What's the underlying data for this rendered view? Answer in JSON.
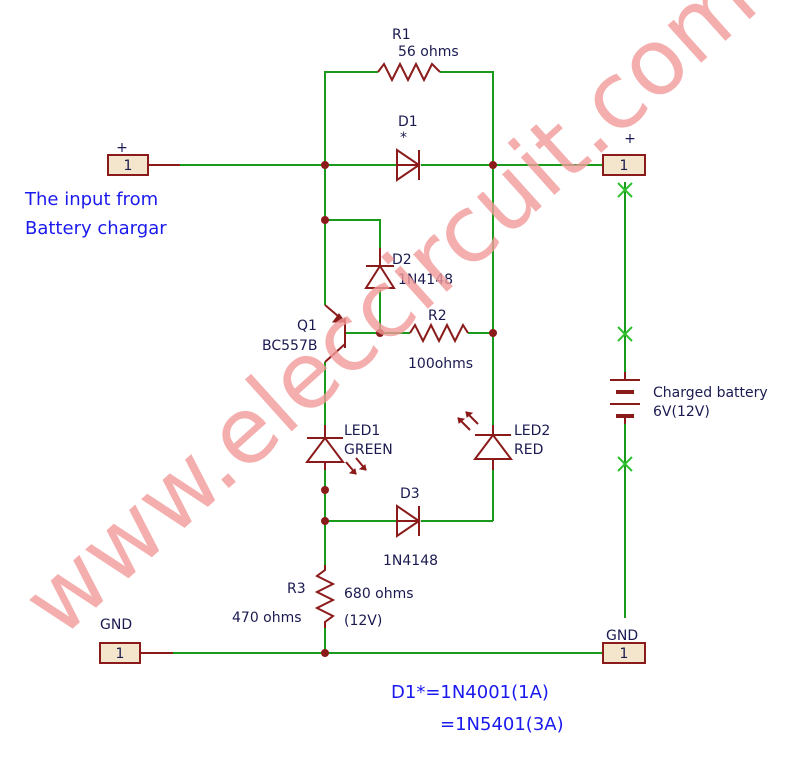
{
  "watermark": "www.eleccircuit.com",
  "input_note": [
    "The input from",
    "Battery chargar"
  ],
  "footnote": [
    "D1*=1N4001(1A)",
    "=1N5401(3A)"
  ],
  "connectors": {
    "in_plus": {
      "pin": "1",
      "sign": "+"
    },
    "out_plus": {
      "pin": "1",
      "sign": "+"
    },
    "gnd_left": {
      "pin": "1",
      "label": "GND"
    },
    "gnd_right": {
      "pin": "1",
      "label": "GND"
    }
  },
  "components": {
    "r1": {
      "ref": "R1",
      "value": "56 ohms"
    },
    "d1": {
      "ref": "D1",
      "value": "*"
    },
    "d2": {
      "ref": "D2",
      "value": "1N4148"
    },
    "q1": {
      "ref": "Q1",
      "value": "BC557B"
    },
    "r2": {
      "ref": "R2",
      "value": "100ohms"
    },
    "led1": {
      "ref": "LED1",
      "value": "GREEN"
    },
    "led2": {
      "ref": "LED2",
      "value": "RED"
    },
    "d3": {
      "ref": "D3",
      "value": "1N4148"
    },
    "r3": {
      "ref": "R3",
      "value_a": "680 ohms",
      "value_b": "470 ohms",
      "value_c": "(12V)"
    },
    "battery": {
      "label": "Charged battery",
      "value": "6V(12V)"
    }
  }
}
